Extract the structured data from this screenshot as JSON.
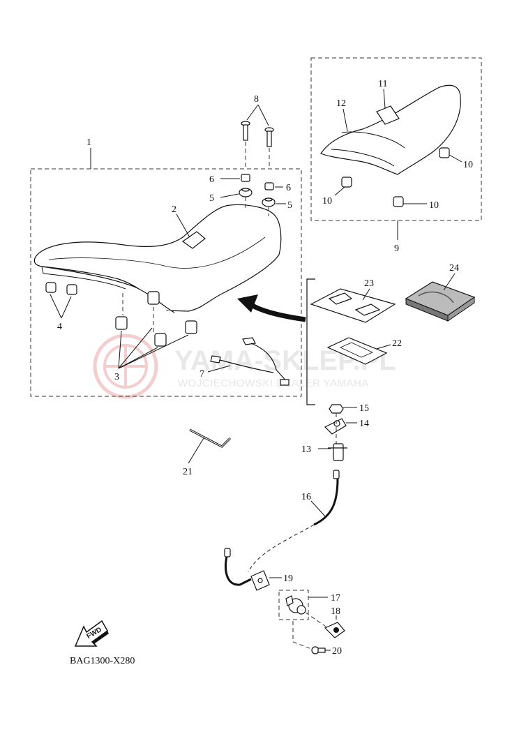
{
  "diagram_code": "BAG1300-X280",
  "fwd_label": "FWD",
  "watermark": {
    "title": "YAMA-SKLEP.PL",
    "subtitle": "WOJCIECHOWSKI DEALER YAMAHA"
  },
  "callouts": {
    "c1": "1",
    "c2": "2",
    "c3": "3",
    "c4": "4",
    "c5a": "5",
    "c5b": "5",
    "c6a": "6",
    "c6b": "6",
    "c7": "7",
    "c8": "8",
    "c9": "9",
    "c10a": "10",
    "c10b": "10",
    "c10c": "10",
    "c11": "11",
    "c12": "12",
    "c13": "13",
    "c14": "14",
    "c15": "15",
    "c16": "16",
    "c17": "17",
    "c18": "18",
    "c19": "19",
    "c20": "20",
    "c21": "21",
    "c22": "22",
    "c23": "23",
    "c24": "24"
  },
  "icons": {
    "arrow": "curved-arrow-icon",
    "fwd": "fwd-arrow-icon",
    "logo": "dealer-logo-watermark"
  }
}
